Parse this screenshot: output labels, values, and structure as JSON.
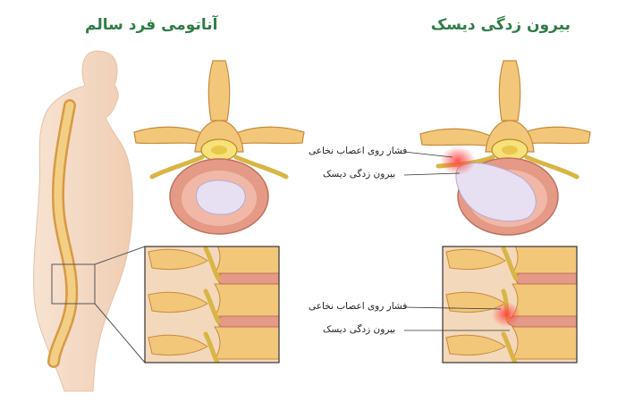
{
  "titles": {
    "healthy": "آناتومی فرد سالم",
    "herniated": "بیرون زدگی دیسک"
  },
  "labels": {
    "top_pressure": "فشار روی اعصاب نخاعی",
    "top_herniation": "بیرون زدگی دیسک",
    "bottom_pressure": "فشار روی اعصاب نخاعی",
    "bottom_herniation": "بیرون زدگی دیسک"
  },
  "colors": {
    "title_green": "#2f7d45",
    "bone": "#f2c77a",
    "bone_dark": "#c98a3a",
    "disc_ring": "#e49a86",
    "nucleus": "#e7dff2",
    "nerve": "#d9b543",
    "skin": "#f5d9c2",
    "inflammation": "#ff3b3b"
  }
}
